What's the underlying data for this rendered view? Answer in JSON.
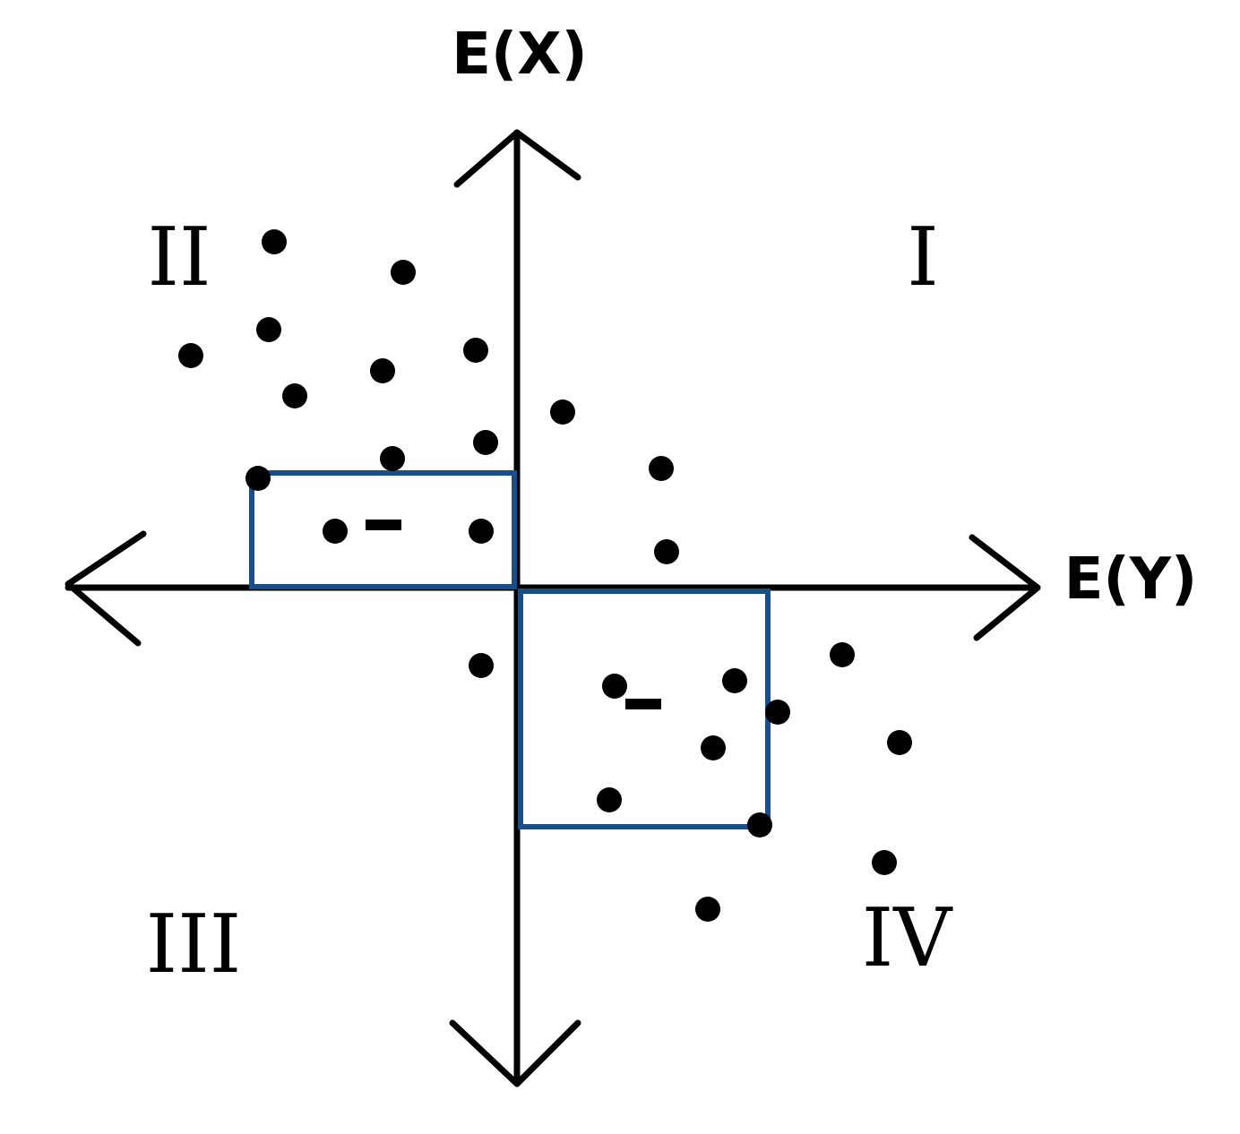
{
  "axes": {
    "y_label": "E(X)",
    "x_label": "E(Y)"
  },
  "quadrants": [
    {
      "id": "I",
      "label": "I"
    },
    {
      "id": "II",
      "label": "II"
    },
    {
      "id": "III",
      "label": "III"
    },
    {
      "id": "IV",
      "label": "IV"
    }
  ],
  "colors": {
    "axis": "#000000",
    "points": "#000000",
    "rectangle": "#1a4f86"
  },
  "rectangles": [
    {
      "id": "rect-quadrant-ii",
      "sign": "-"
    },
    {
      "id": "rect-quadrant-iv",
      "sign": "-"
    }
  ]
}
